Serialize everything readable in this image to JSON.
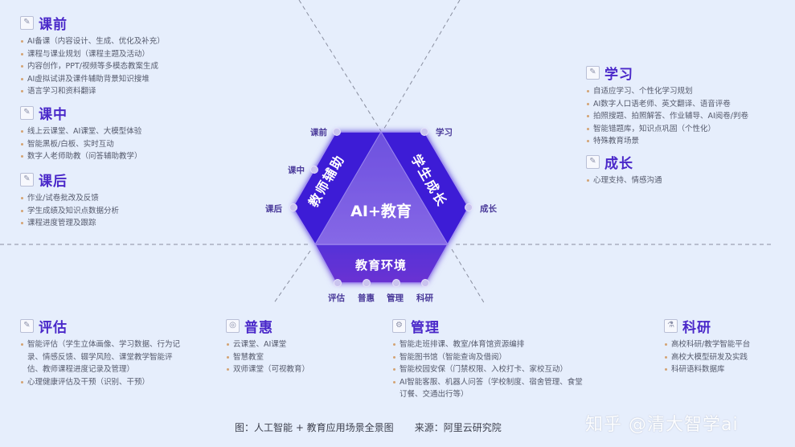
{
  "center": {
    "title": "AI+教育",
    "left_panel": "教师辅助",
    "right_panel": "学生成长",
    "bottom_panel": "教育环境"
  },
  "colors": {
    "background": "#e6eefc",
    "hex_dark": "#3d1fd8",
    "hex_bottom": "#5a2bd4",
    "triangle": "#7a5fe0",
    "title_accent": "#4a28c9",
    "bullet": "#d4a373",
    "node_dot": "#c9c3ee"
  },
  "nodes": {
    "kq": "课前",
    "kz": "课中",
    "kh": "课后",
    "xx": "学习",
    "cz": "成长",
    "pg": "评估",
    "ph": "普惠",
    "gl": "管理",
    "ky": "科研"
  },
  "sections": {
    "keqian": {
      "icon": "edit-icon",
      "title": "课前",
      "items": [
        "AI备课（内容设计、生成、优化及补充）",
        "课程与课业规划（课程主题及活动）",
        "内容创作，PPT/视频等多模态教案生成",
        "AI虚拟试讲及课件辅助背景知识搜堆",
        "语言学习和资料翻译"
      ]
    },
    "kezhong": {
      "icon": "edit-icon",
      "title": "课中",
      "items": [
        "线上云课堂、AI课堂、大模型体验",
        "智能黑板/白板、实时互动",
        "数字人老师助教（问答辅助教学）"
      ]
    },
    "kehou": {
      "icon": "edit-icon",
      "title": "课后",
      "items": [
        "作业/试卷批改及反馈",
        "学生成绩及知识点数据分析",
        "课程进度管理及跟踪"
      ]
    },
    "xuexi": {
      "icon": "edit-icon",
      "title": "学习",
      "items": [
        "自适应学习、个性化学习规划",
        "AI数字人口语老师、英文翻译、语音评卷",
        "拍照搜题、拍照解答、作业辅导、AI阅卷/判卷",
        "智能错题库，知识点巩固（个性化）",
        "特殊教育场景"
      ]
    },
    "chengzhang": {
      "icon": "edit-icon",
      "title": "成长",
      "items": [
        "心理支持、情感沟通"
      ]
    },
    "pinggu": {
      "icon": "edit-icon",
      "title": "评估",
      "items": [
        "智能评估（学生立体画像、学习数据、行为记录、情感反馈、辍学风险、课堂教学智能评估、教师课程进度记录及管理）",
        "心理健康评估及干预（识别、干预）"
      ]
    },
    "puhui": {
      "icon": "target-icon",
      "title": "普惠",
      "items": [
        "云课堂、AI课堂",
        "智慧教室",
        "双师课堂（可视教育）"
      ]
    },
    "guanli": {
      "icon": "gear-icon",
      "title": "管理",
      "items": [
        "智能走班排课、教室/体育馆资源编排",
        "智能图书馆（智能查询及借阅）",
        "智能校园安保（门禁权限、入校打卡、家校互动）",
        "AI智能客服、机器人问答（学校制度、宿舍管理、食堂订餐、交通出行等）"
      ]
    },
    "keyan": {
      "icon": "flask-icon",
      "title": "科研",
      "items": [
        "高校科研/教学智能平台",
        "高校大模型研发及实践",
        "科研语料数据库"
      ]
    }
  },
  "footer": {
    "caption": "图：人工智能 + 教育应用场景全景图",
    "source": "来源：阿里云研究院",
    "watermark": "知乎 @清大智学ai"
  }
}
